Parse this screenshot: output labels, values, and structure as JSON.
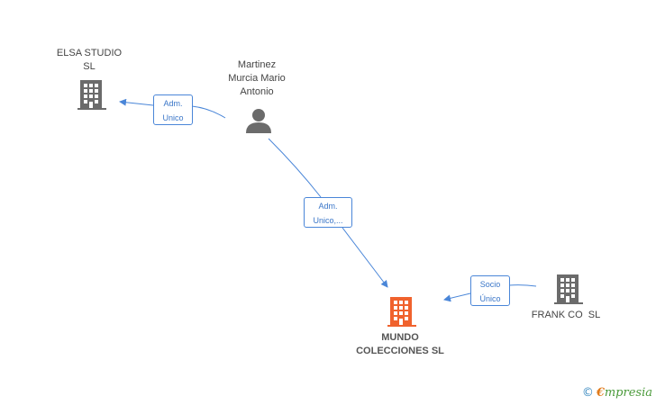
{
  "colors": {
    "edge": "#4a86d8",
    "building": "#6b6b6b",
    "building_highlight": "#f0622d",
    "person": "#6b6b6b"
  },
  "nodes": {
    "elsa": {
      "line1": "ELSA STUDIO",
      "line2": "SL",
      "icon": "building-icon"
    },
    "martinez": {
      "line1": "Martinez",
      "line2": "Murcia Mario",
      "line3": "Antonio",
      "icon": "person-icon"
    },
    "mundo": {
      "line1": "MUNDO",
      "line2": "COLECCIONES SL",
      "icon": "building-icon"
    },
    "frank": {
      "line1": "FRANK CO  SL",
      "icon": "building-icon"
    }
  },
  "relations": {
    "r1": {
      "line1": "Adm.",
      "line2": "Unico"
    },
    "r2": {
      "line1": "Adm.",
      "line2": "Unico,..."
    },
    "r3": {
      "line1": "Socio",
      "line2": "Único"
    }
  },
  "watermark": {
    "copy": "©",
    "brand_e": "€",
    "brand_rest": "mpresia"
  }
}
